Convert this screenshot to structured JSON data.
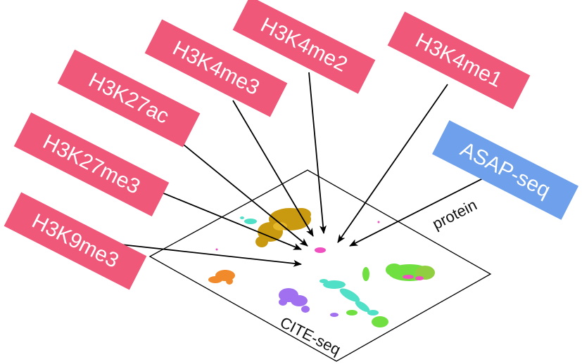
{
  "targets": {
    "h3k9me3": "H3K9me3",
    "h3k27me3": "H3K27me3",
    "h3k27ac": "H3K27ac",
    "h3k4me3": "H3K4me3",
    "h3k4me2": "H3K4me2",
    "h3k4me1": "H3K4me1"
  },
  "asap": {
    "label": "ASAP-seq",
    "edge_label": "protein"
  },
  "plane_label": "CITE-seq",
  "colors": {
    "histone_tag": "#f0587a",
    "asap_tag": "#6ea0ec",
    "arrow": "#000000",
    "cluster_gold": "#c99a10",
    "cluster_orange": "#f08a2a",
    "cluster_purple": "#a070f0",
    "cluster_cyan": "#50e0c8",
    "cluster_green": "#70e040",
    "cluster_magenta": "#f050c0"
  }
}
